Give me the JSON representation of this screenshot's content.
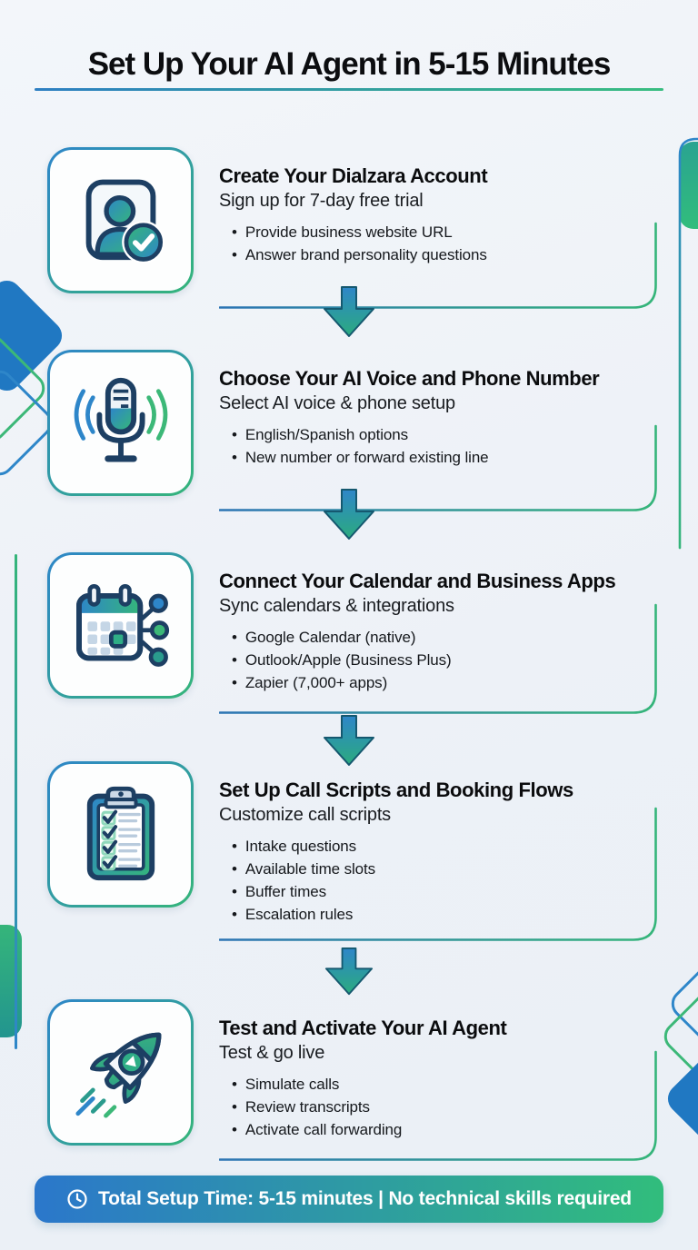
{
  "header": {
    "title": "Set Up Your AI Agent in 5-15 Minutes"
  },
  "steps": [
    {
      "icon": "user-card-check-icon",
      "title": "Create Your Dialzara Account",
      "subtitle": "Sign up for 7-day free trial",
      "bullets": [
        "Provide business website URL",
        "Answer brand personality questions"
      ]
    },
    {
      "icon": "microphone-waves-icon",
      "title": "Choose Your AI Voice and Phone Number",
      "subtitle": "Select AI voice & phone setup",
      "bullets": [
        "English/Spanish options",
        "New number or forward existing line"
      ]
    },
    {
      "icon": "calendar-integrations-icon",
      "title": "Connect Your Calendar and Business Apps",
      "subtitle": "Sync calendars & integrations",
      "bullets": [
        "Google Calendar (native)",
        "Outlook/Apple (Business Plus)",
        "Zapier (7,000+ apps)"
      ]
    },
    {
      "icon": "clipboard-checklist-icon",
      "title": "Set Up Call Scripts and Booking Flows",
      "subtitle": "Customize call scripts",
      "bullets": [
        "Intake questions",
        "Available time slots",
        "Buffer times",
        "Escalation rules"
      ]
    },
    {
      "icon": "rocket-launch-icon",
      "title": "Test and Activate Your AI Agent",
      "subtitle": "Test & go live",
      "bullets": [
        "Simulate calls",
        "Review transcripts",
        "Activate call forwarding"
      ]
    }
  ],
  "footer": {
    "icon": "clock-icon",
    "label": "Total Setup Time: 5-15 minutes | No technical skills required"
  },
  "palette": {
    "accent_blue": "#2e86c9",
    "accent_green": "#35b57a",
    "navy_outline": "#1d3f63",
    "background": "#edf1f7",
    "text": "#0c0d10",
    "footer_text": "#ffffff"
  }
}
